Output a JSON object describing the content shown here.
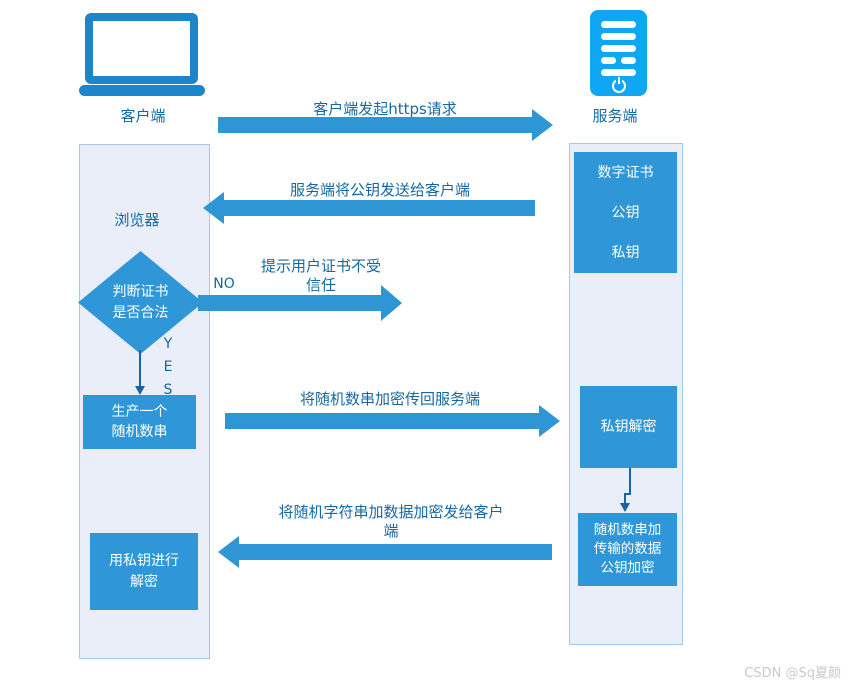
{
  "client": {
    "label": "客户端"
  },
  "server": {
    "label": "服务端"
  },
  "browser_lane": {
    "label": "浏览器"
  },
  "flows": {
    "https_request": "客户端发起https请求",
    "send_public_key": "服务端将公钥发送给客户端",
    "no_label": "NO",
    "no_result": "提示用户证书不受\n信任",
    "yes_label": "YES",
    "send_encrypted_random": "将随机数串加密传回服务端",
    "send_encrypted_data": "将随机字符串加数据加密发给客户\n端"
  },
  "nodes": {
    "decision": "判断证书\n是否合法",
    "generate_random": "生产一个\n随机数串",
    "certificate_box": "数字证书\n公钥\n私钥",
    "private_key_decrypt": "私钥解密",
    "public_key_encrypt": "随机数串加\n传输的数据\n公钥加密",
    "client_decrypt": "用私钥进行\n解密"
  },
  "watermark": "CSDN @Sq夏颜",
  "colors": {
    "laptop_blue": "#1d86ca",
    "server_blue": "#0fa7f3",
    "shape_blue": "#2f97d7",
    "arrow_blue": "#2e96d5",
    "lane_fill": "#e9eef8",
    "lane_border": "#a9c7e8",
    "text_blue": "#1569a3",
    "connector_blue": "#1c63a5",
    "watermark_gray": "#c9c9c9"
  }
}
